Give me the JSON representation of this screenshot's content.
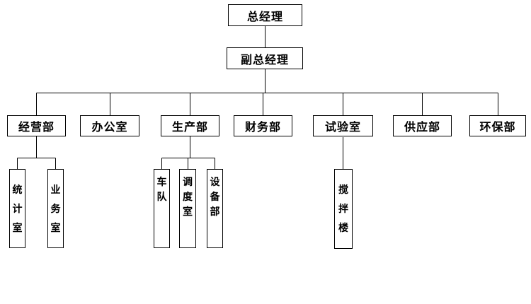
{
  "page": {
    "background": "#ffffff"
  },
  "chart": {
    "type": "org-chart",
    "root": {
      "label": "总经理"
    },
    "deputy": {
      "label": "副总经理"
    },
    "departments": [
      {
        "label": "经营部",
        "children": [
          "统计室",
          "业务室"
        ]
      },
      {
        "label": "办公室",
        "children": []
      },
      {
        "label": "生产部",
        "children": [
          "车队",
          "调度室",
          "设备部"
        ]
      },
      {
        "label": "财务部",
        "children": []
      },
      {
        "label": "试验室",
        "children": [
          "搅拌楼"
        ]
      },
      {
        "label": "供应部",
        "children": []
      },
      {
        "label": "环保部",
        "children": []
      }
    ],
    "colors": {
      "box_border": "#000000",
      "line": "#000000",
      "text": "#000000",
      "background": "#ffffff"
    }
  }
}
